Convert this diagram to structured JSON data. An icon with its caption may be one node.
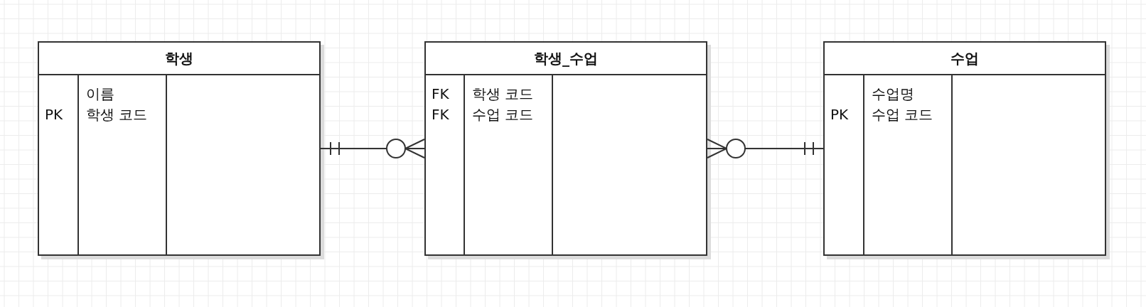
{
  "diagram": {
    "nodes": [
      {
        "text": [
          "학생"
        ]
      },
      {
        "text": [
          "PK"
        ],
        "in": 0
      },
      {
        "text": [
          "이름",
          "학생 코드"
        ],
        "in": 0
      },
      {
        "text": [
          "학생_수업"
        ]
      },
      {
        "text": [
          "FK",
          "FK"
        ],
        "in": 3
      },
      {
        "text": [
          "학생 코드",
          "수업 코드"
        ],
        "in": 3
      },
      {
        "text": [
          "수업"
        ]
      },
      {
        "text": [
          "PK"
        ],
        "in": 6
      },
      {
        "text": [
          "수업명",
          "수업 코드"
        ],
        "in": 6
      }
    ],
    "edges": [
      {
        "from": 0,
        "to": 3,
        "arrow": "other"
      },
      {
        "from": 6,
        "to": 3,
        "arrow": "other"
      }
    ]
  }
}
